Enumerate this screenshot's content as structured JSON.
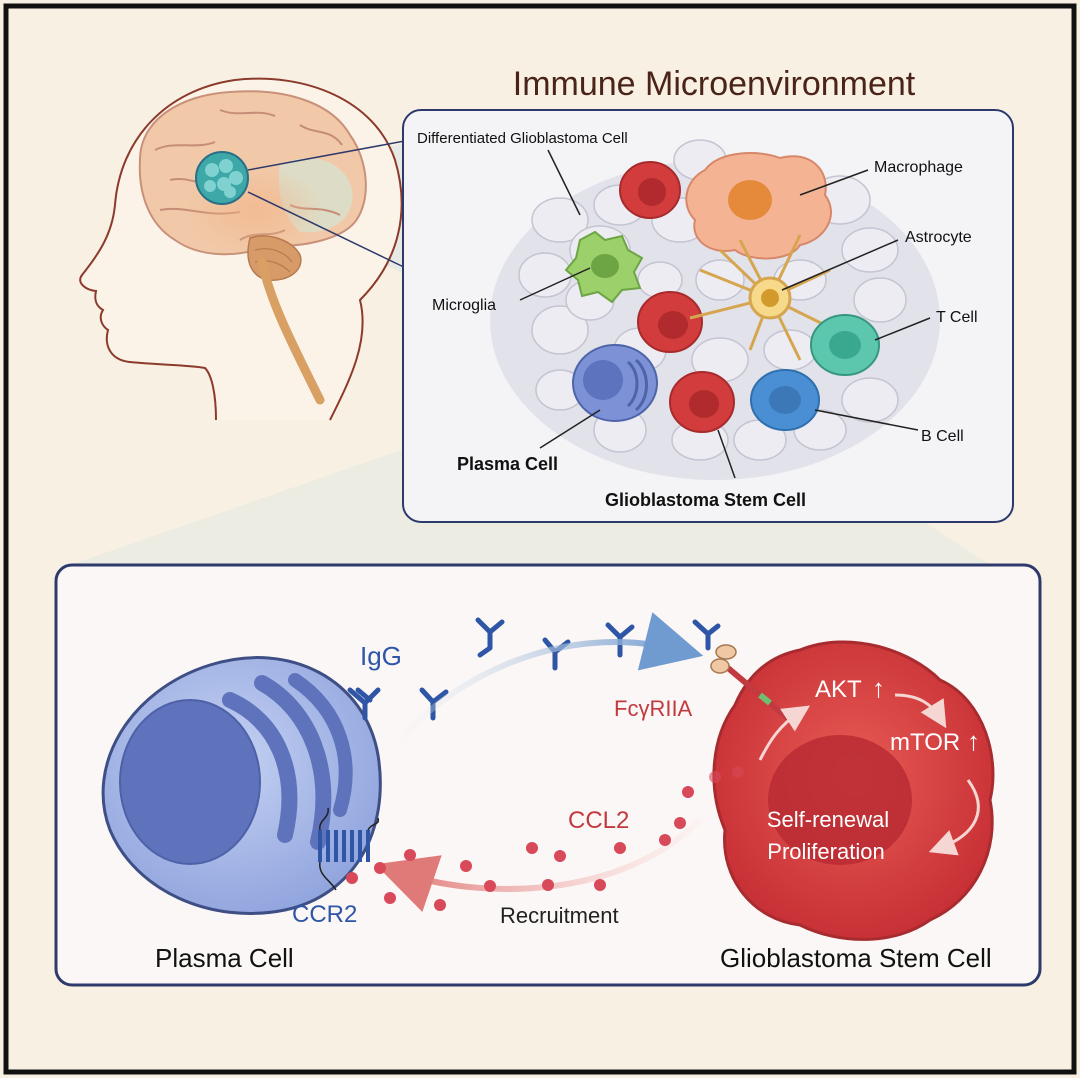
{
  "title": "Immune Microenvironment",
  "microenvironment": {
    "labels": {
      "differentiated": "Differentiated Glioblastoma Cell",
      "macrophage": "Macrophage",
      "astrocyte": "Astrocyte",
      "microglia": "Microglia",
      "t_cell": "T Cell",
      "b_cell": "B Cell",
      "plasma_cell": "Plasma Cell",
      "gsc": "Glioblastoma Stem Cell"
    }
  },
  "mechanism": {
    "igg": "IgG",
    "receptor": "FcγRIIA",
    "akt": "AKT",
    "mtor": "mTOR",
    "up_arrow": "↑",
    "outcome_1": "Self-renewal",
    "outcome_2": "Proliferation",
    "ccl2": "CCL2",
    "ccr2": "CCR2",
    "recruitment": "Recruitment",
    "plasma_cell": "Plasma Cell",
    "gsc": "Glioblastoma Stem Cell"
  },
  "colors": {
    "background": "#f8f1e3",
    "frame": "#111111",
    "panel_border": "#2e3a6b",
    "title": "#4a2418",
    "antibody": "#2f56a6",
    "ccl2": "#c23a3f",
    "gsc": "#d23c3c",
    "plasma": "#7d92d6"
  }
}
